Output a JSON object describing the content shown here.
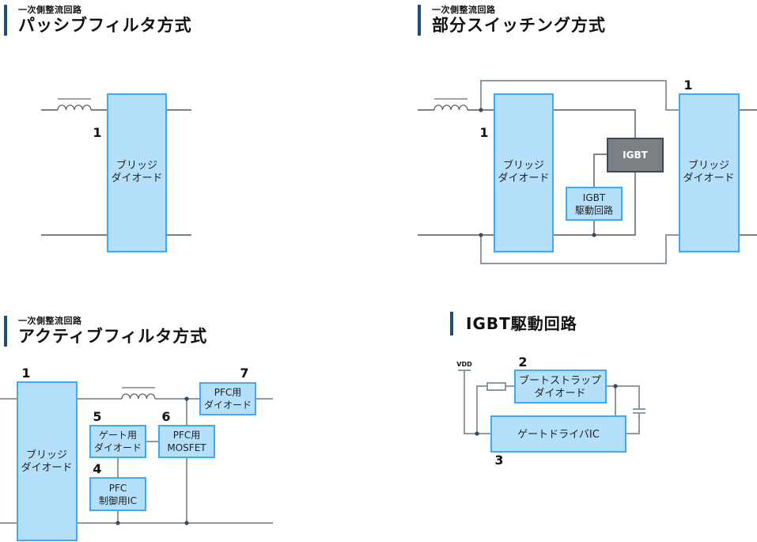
{
  "colors": {
    "accent_bar": "#1f4e79",
    "block_fill": "#b5e0fb",
    "block_border": "#3fa9f5",
    "igbt_fill": "#7a8083",
    "wire": "#4a5a68"
  },
  "passive": {
    "subtitle": "一次側整流回路",
    "title": "パッシブフィルタ方式",
    "bridge": {
      "number": "1",
      "line1": "ブリッジ",
      "line2": "ダイオード"
    }
  },
  "partial": {
    "subtitle": "一次側整流回路",
    "title": "部分スイッチング方式",
    "bridge_left": {
      "number": "1",
      "line1": "ブリッジ",
      "line2": "ダイオード"
    },
    "bridge_right": {
      "number": "1",
      "line1": "ブリッジ",
      "line2": "ダイオード"
    },
    "igbt": {
      "label": "IGBT"
    },
    "igbt_driver": {
      "line1": "IGBT",
      "line2": "駆動回路"
    }
  },
  "active": {
    "subtitle": "一次側整流回路",
    "title": "アクティブフィルタ方式",
    "bridge": {
      "number": "1",
      "line1": "ブリッジ",
      "line2": "ダイオード"
    },
    "pfc_ic": {
      "number": "4",
      "line1": "PFC",
      "line2": "制御用IC"
    },
    "gate_diode": {
      "number": "5",
      "line1": "ゲート用",
      "line2": "ダイオード"
    },
    "pfc_mosfet": {
      "number": "6",
      "line1": "PFC用",
      "line2": "MOSFET"
    },
    "pfc_diode": {
      "number": "7",
      "line1": "PFC用",
      "line2": "ダイオード"
    }
  },
  "igbt_drive": {
    "title": "IGBT駆動回路",
    "vdd_label": "VDD",
    "bootstrap": {
      "number": "2",
      "line1": "ブートストラップ",
      "line2": "ダイオード"
    },
    "gate_driver": {
      "number": "3",
      "label": "ゲートドライバIC"
    }
  }
}
